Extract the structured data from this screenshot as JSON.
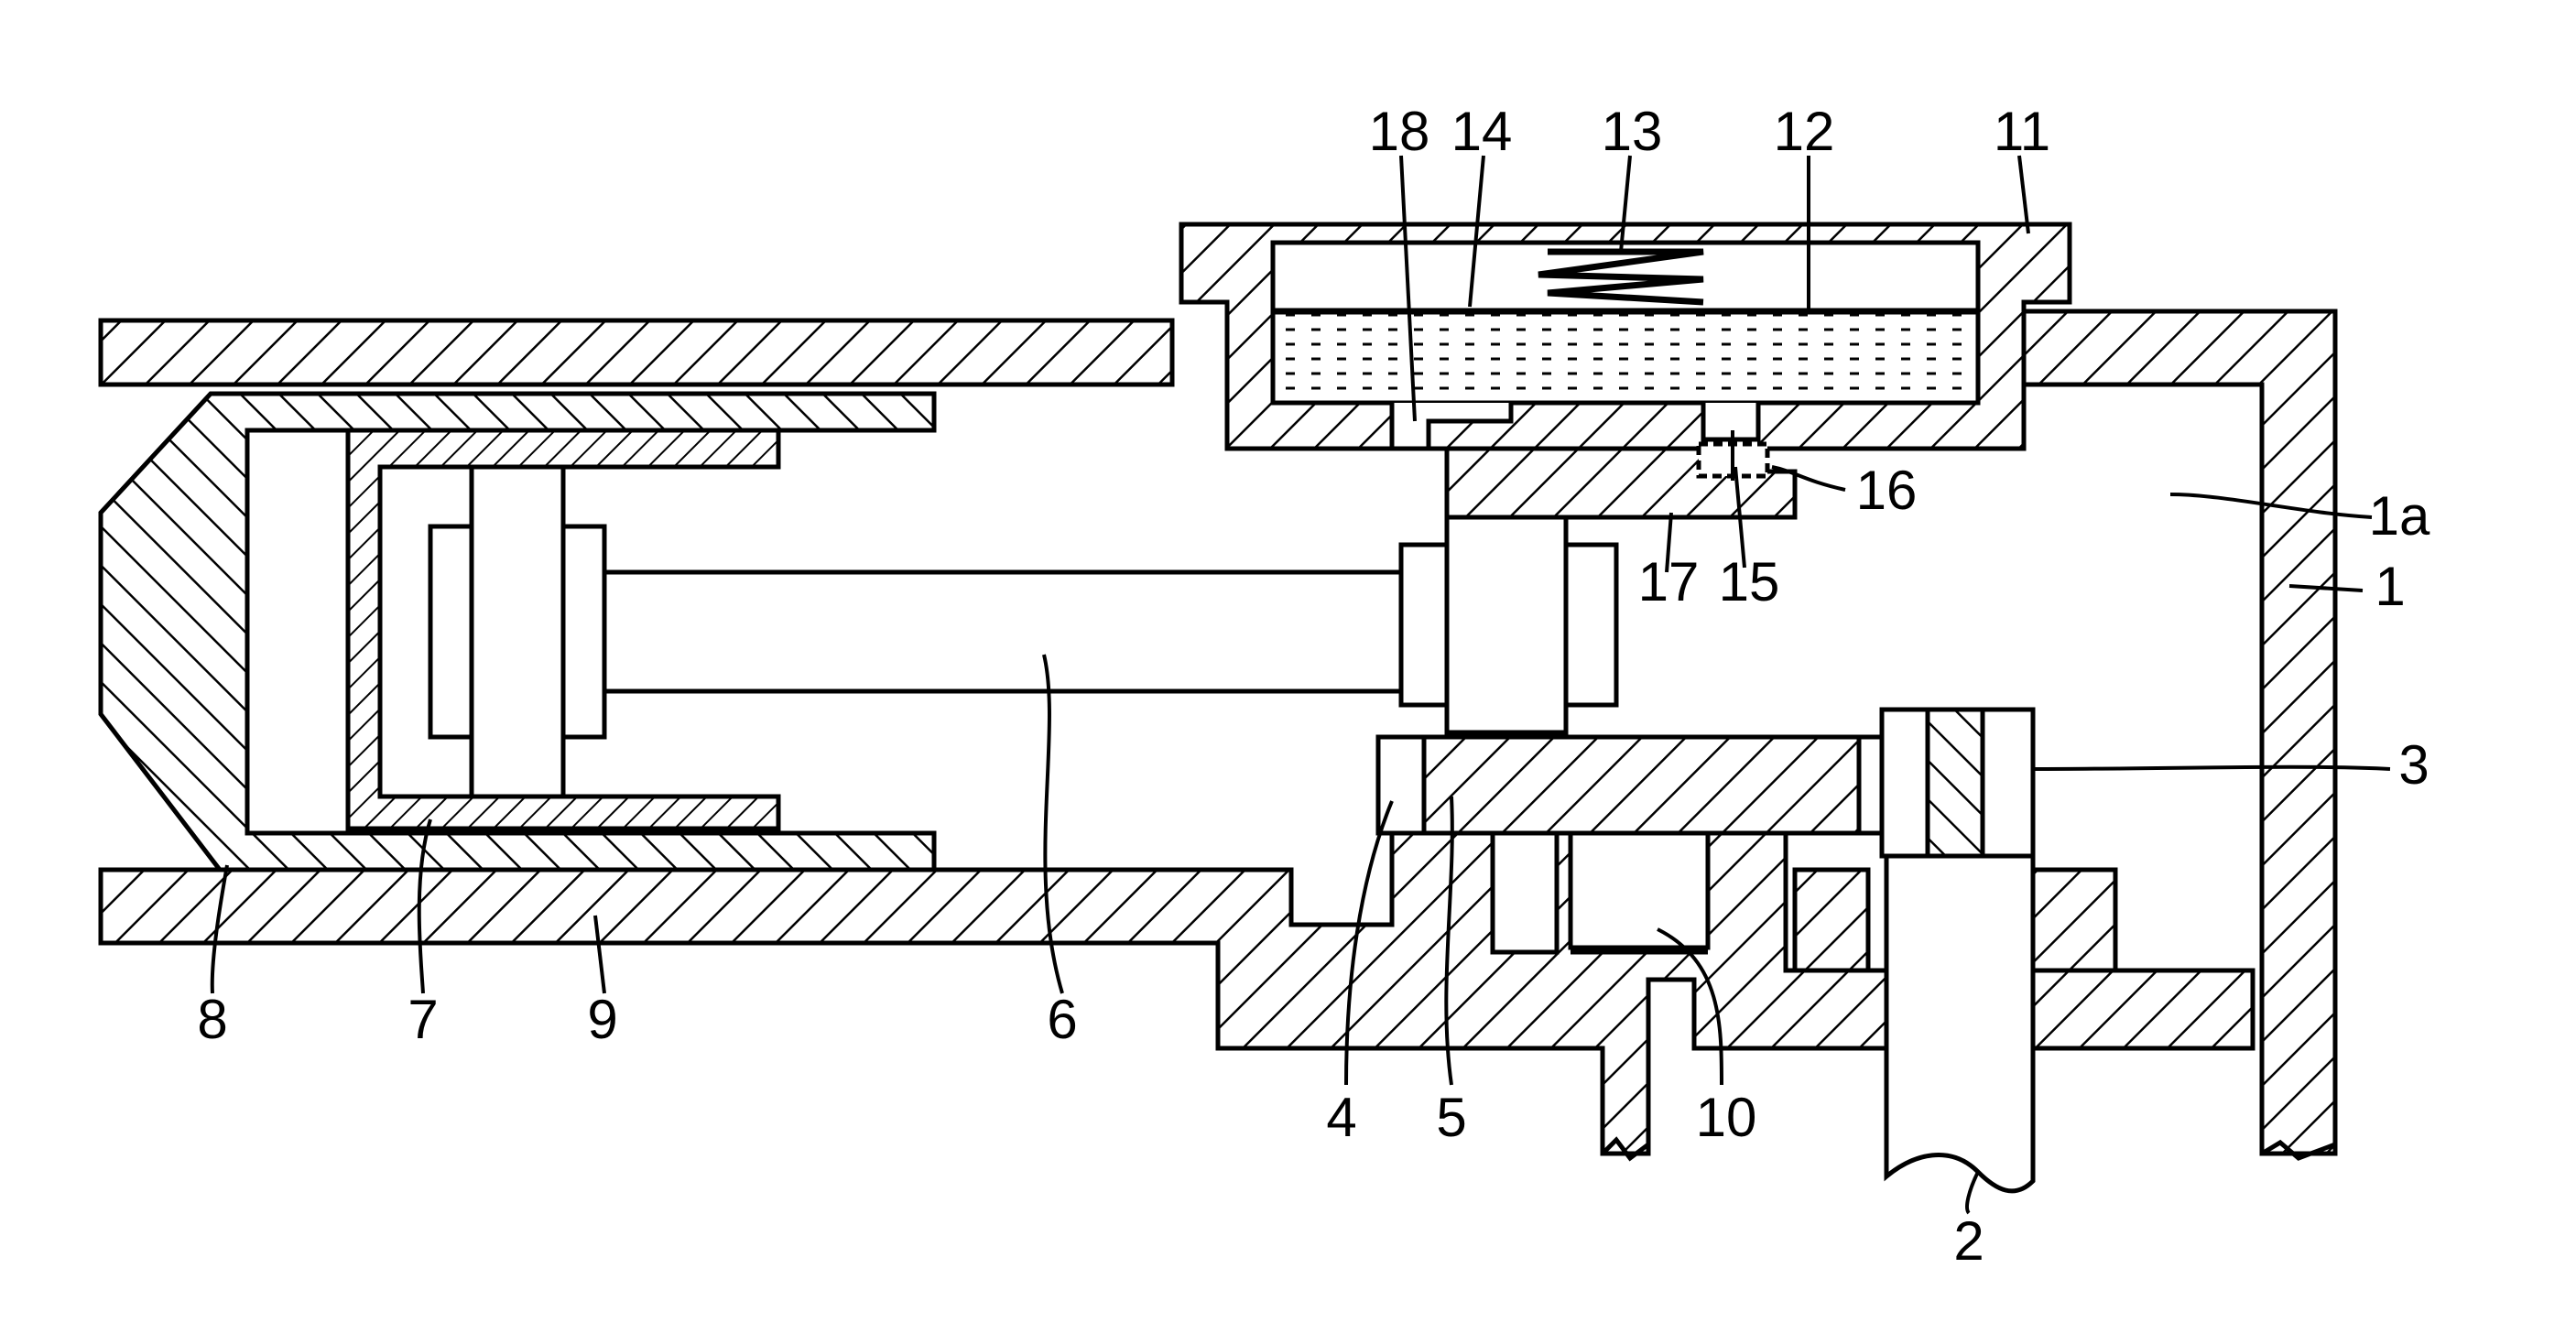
{
  "figure": {
    "labels": {
      "housing": "1",
      "housing_interior": "1a",
      "shaft": "2",
      "eccentric": "3",
      "bearing": "4",
      "drive_member": "5",
      "piston_rod": "6",
      "piston": "7",
      "head": "8",
      "cylinder": "9",
      "bearing_block": "10",
      "reservoir_cover": "11",
      "lubricant": "12",
      "spring": "13",
      "follower_plate": "14",
      "valve": "15",
      "wick": "16",
      "guide": "17",
      "channel": "18"
    }
  }
}
